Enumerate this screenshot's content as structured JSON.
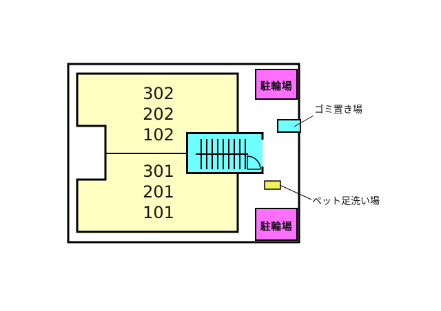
{
  "diagram": {
    "type": "apartment-site-floor-plan",
    "rooms": {
      "upper": [
        "302",
        "202",
        "102"
      ],
      "lower": [
        "301",
        "201",
        "101"
      ]
    },
    "labels": {
      "bicycle_parking_top": "駐輪場",
      "bicycle_parking_bottom": "駐輪場",
      "garbage_area": "ゴミ置き場",
      "pet_foot_wash": "ペット足洗い場"
    },
    "colors": {
      "building_fill": "#FFFFC2",
      "stairwell_fill": "#70FFFF",
      "garbage_fill": "#70FFFF",
      "bicycle_fill": "#FF6FFF",
      "pet_wash_fill": "#F2F25A",
      "line": "#000000",
      "background": "#FFFFFF"
    }
  }
}
